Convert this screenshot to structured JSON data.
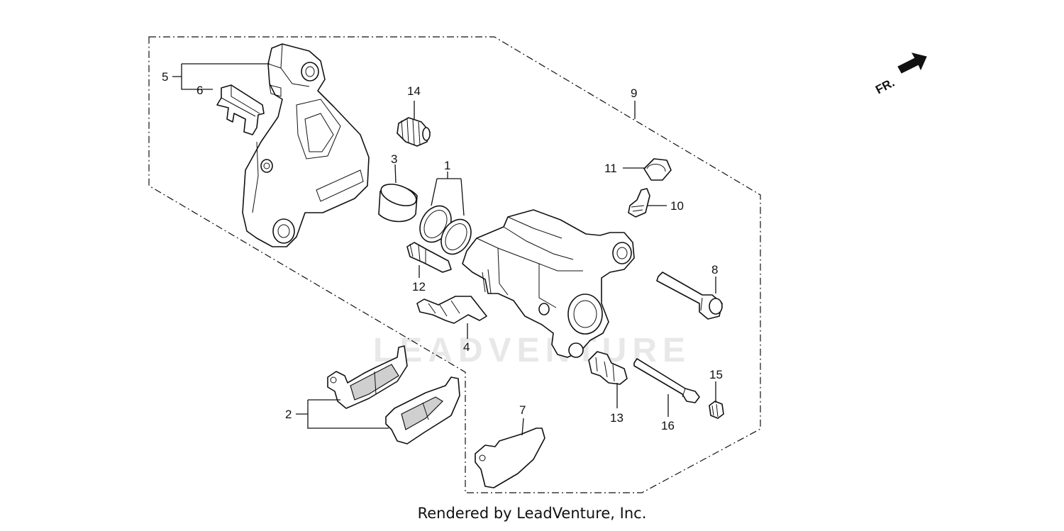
{
  "watermark": "LEADVENTURE",
  "direction_label": "FR.",
  "footer": "Rendered by LeadVenture, Inc.",
  "callouts": {
    "c1": "1",
    "c2": "2",
    "c3": "3",
    "c4": "4",
    "c5": "5",
    "c6": "6",
    "c7": "7",
    "c8": "8",
    "c9": "9",
    "c10": "10",
    "c11": "11",
    "c12": "12",
    "c13": "13",
    "c14": "14",
    "c15": "15",
    "c16": "16"
  }
}
